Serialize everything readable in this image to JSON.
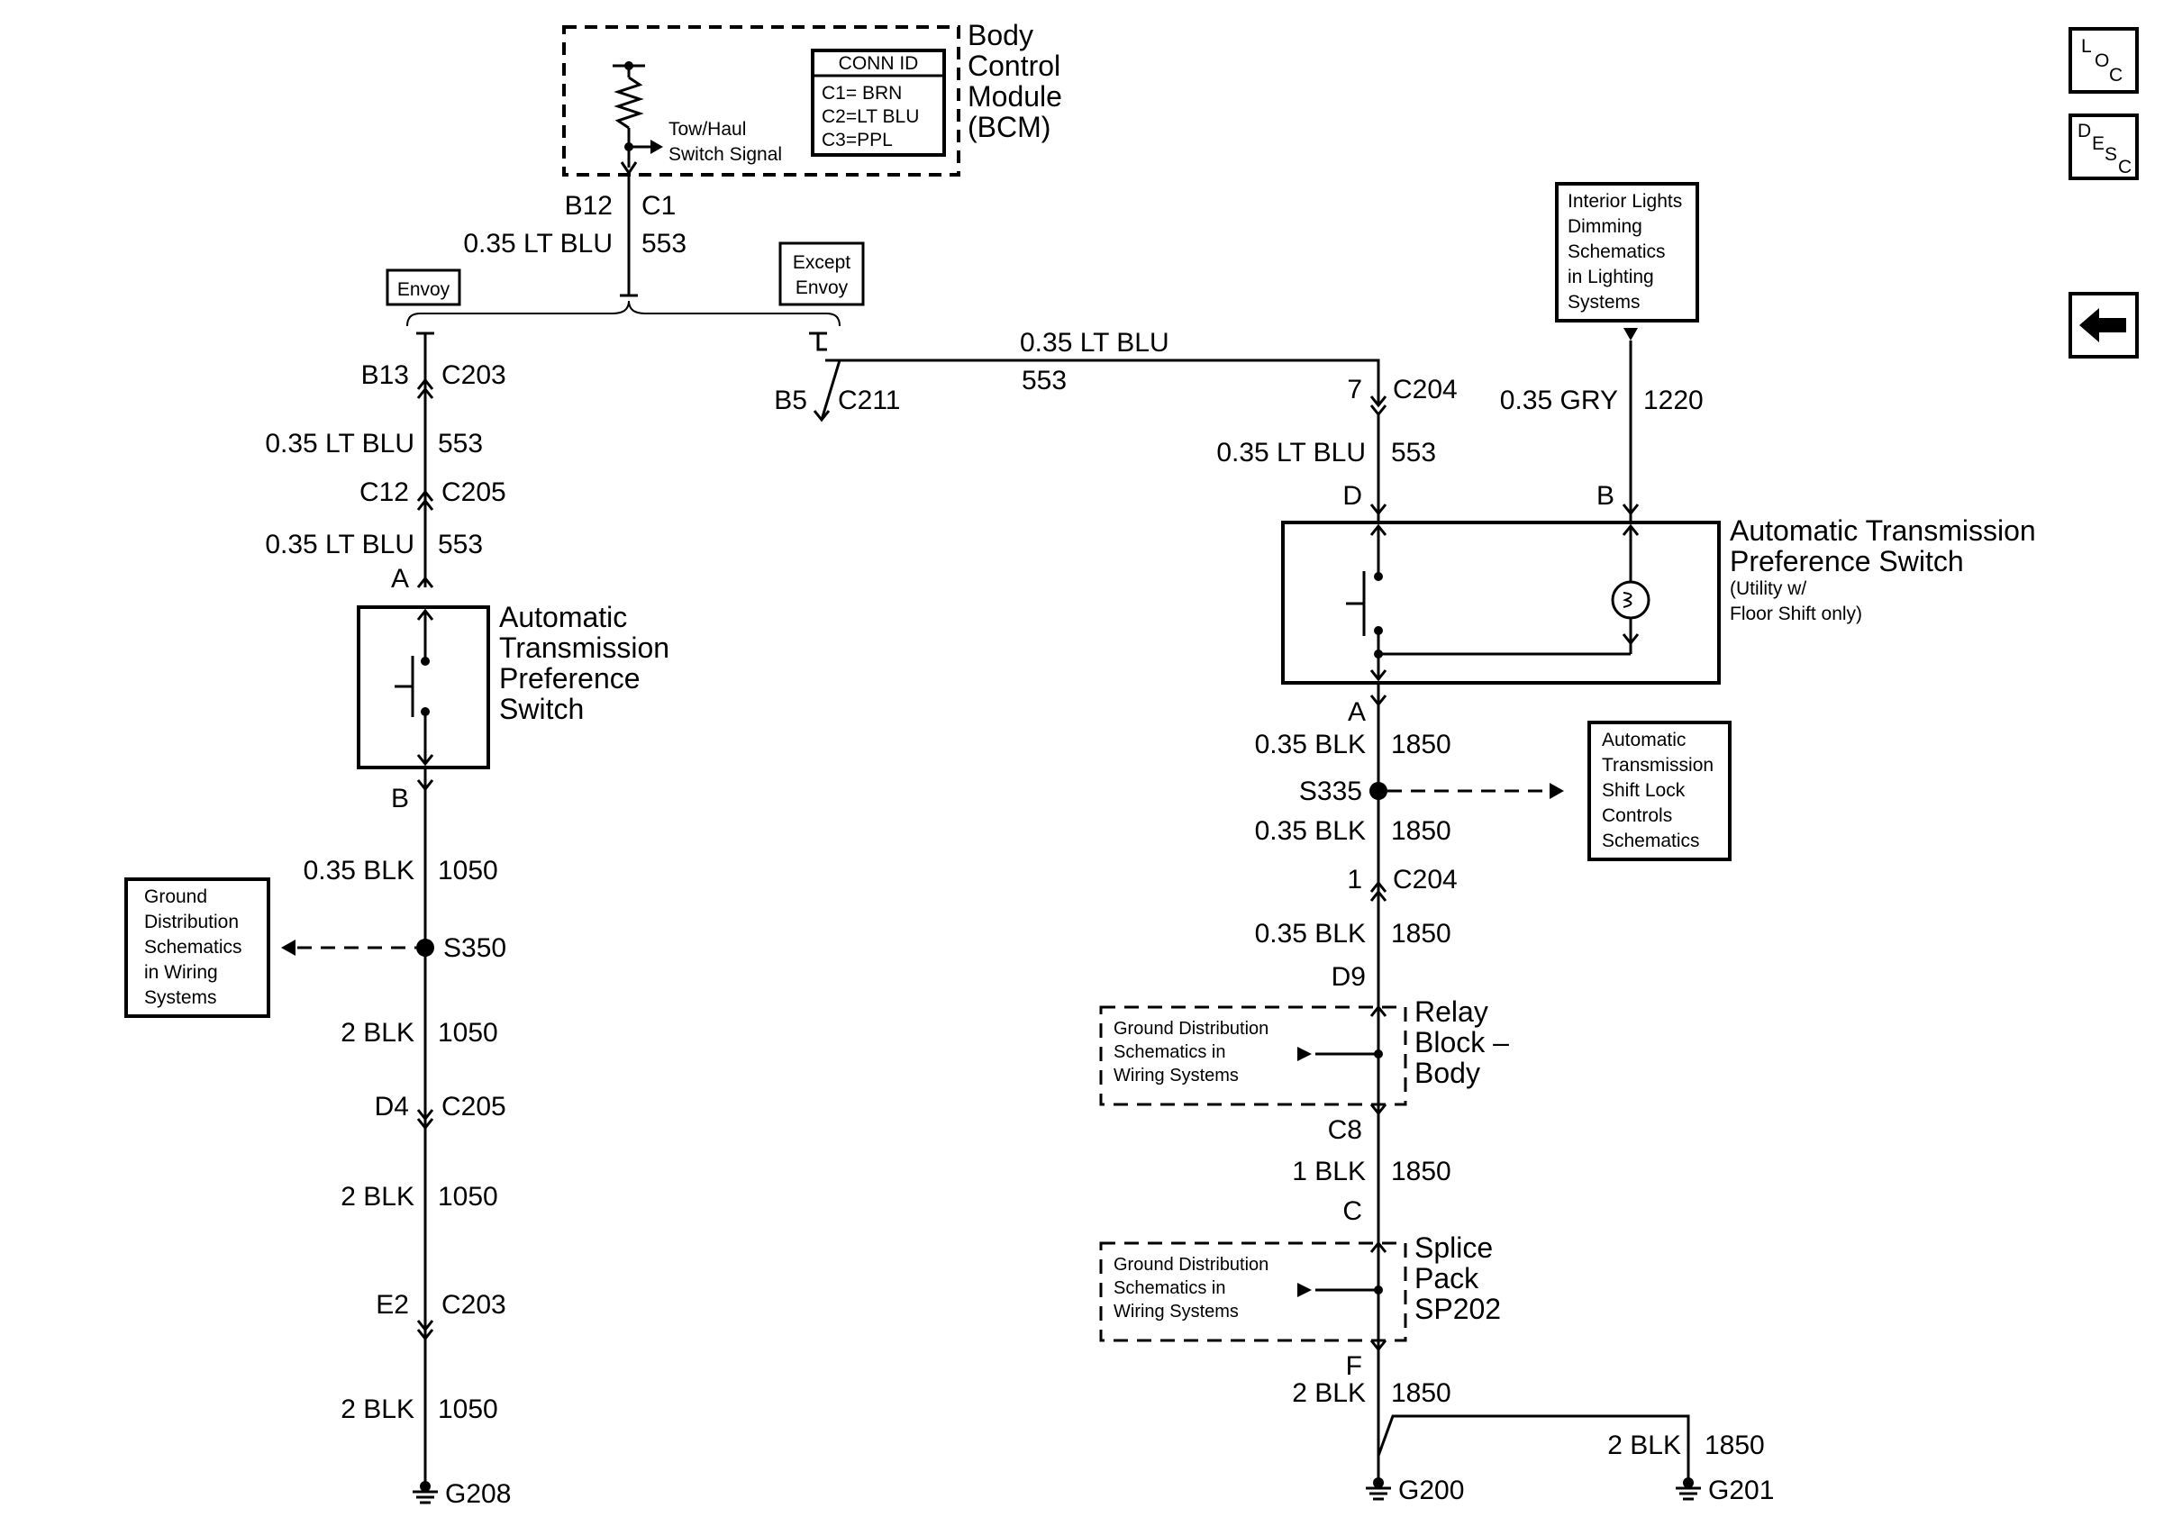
{
  "nav": {
    "loc": {
      "l": "L",
      "o": "O",
      "c": "C"
    },
    "desc": {
      "d": "D",
      "e": "E",
      "s": "S",
      "c": "C"
    }
  },
  "bcm": {
    "title_lines": [
      "Body",
      "Control",
      "Module",
      "(BCM)"
    ],
    "conn_id_title": "CONN ID",
    "conn_ids": [
      "C1= BRN",
      "C2=LT BLU",
      "C3=PPL"
    ],
    "signal_lines": [
      "Tow/Haul",
      "Switch Signal"
    ],
    "pin": "B12",
    "connector": "C1"
  },
  "top": {
    "wire_color": "0.35 LT BLU",
    "circuit": "553",
    "envoy_label": "Envoy",
    "except_envoy_lines": [
      "Except",
      "Envoy"
    ]
  },
  "left": {
    "c203_top_pin": "B13",
    "c203_top": "C203",
    "w1_color": "0.35 LT BLU",
    "w1_circuit": "553",
    "c205_top_pin": "C12",
    "c205_top": "C205",
    "w2_color": "0.35 LT BLU",
    "w2_circuit": "553",
    "switch_pin_a": "A",
    "switch_title_lines": [
      "Automatic",
      "Transmission",
      "Preference",
      "Switch"
    ],
    "switch_pin_b": "B",
    "w3_color": "0.35 BLK",
    "w3_circuit": "1050",
    "ground_ref_lines": [
      "Ground",
      "Distribution",
      "Schematics",
      "in Wiring",
      "Systems"
    ],
    "splice": "S350",
    "w4_color": "2 BLK",
    "w4_circuit": "1050",
    "c205_bot_pin": "D4",
    "c205_bot": "C205",
    "w5_color": "2 BLK",
    "w5_circuit": "1050",
    "c203_bot_pin": "E2",
    "c203_bot": "C203",
    "w6_color": "2 BLK",
    "w6_circuit": "1050",
    "ground": "G208"
  },
  "middle": {
    "c211_pin": "B5",
    "c211": "C211",
    "wire_color": "0.35 LT BLU",
    "circuit": "553"
  },
  "right": {
    "c204_pin": "7",
    "c204": "C204",
    "w1_color": "0.35 LT BLU",
    "w1_circuit": "553",
    "interior_ref_lines": [
      "Interior Lights",
      "Dimming",
      "Schematics",
      "in Lighting",
      "Systems"
    ],
    "gry_color": "0.35 GRY",
    "gry_circuit": "1220",
    "pin_d": "D",
    "pin_b": "B",
    "switch_title_lines": [
      "Automatic Transmission",
      "Preference Switch"
    ],
    "switch_note_lines": [
      "(Utility w/",
      "Floor Shift only)"
    ],
    "pin_a": "A",
    "w2_color": "0.35 BLK",
    "w2_circuit": "1850",
    "splice": "S335",
    "shift_lock_ref_lines": [
      "Automatic",
      "Transmission",
      "Shift Lock",
      "Controls",
      "Schematics"
    ],
    "w3_color": "0.35 BLK",
    "w3_circuit": "1850",
    "c204b_pin": "1",
    "c204b": "C204",
    "w4_color": "0.35 BLK",
    "w4_circuit": "1850",
    "relay_pin_in": "D9",
    "relay_ground_ref_lines": [
      "Ground Distribution",
      "Schematics in",
      "Wiring Systems"
    ],
    "relay_title_lines": [
      "Relay",
      "Block –",
      "Body"
    ],
    "relay_pin_out": "C8",
    "w5_color": "1 BLK",
    "w5_circuit": "1850",
    "splice_pin_in": "C",
    "splice_ground_ref_lines": [
      "Ground Distribution",
      "Schematics in",
      "Wiring Systems"
    ],
    "splice_title_lines": [
      "Splice",
      "Pack",
      "SP202"
    ],
    "splice_pin_out": "F",
    "w6_color": "2 BLK",
    "w6_circuit": "1850",
    "w7_color": "2 BLK",
    "w7_circuit": "1850",
    "ground_a": "G200",
    "ground_b": "G201"
  }
}
